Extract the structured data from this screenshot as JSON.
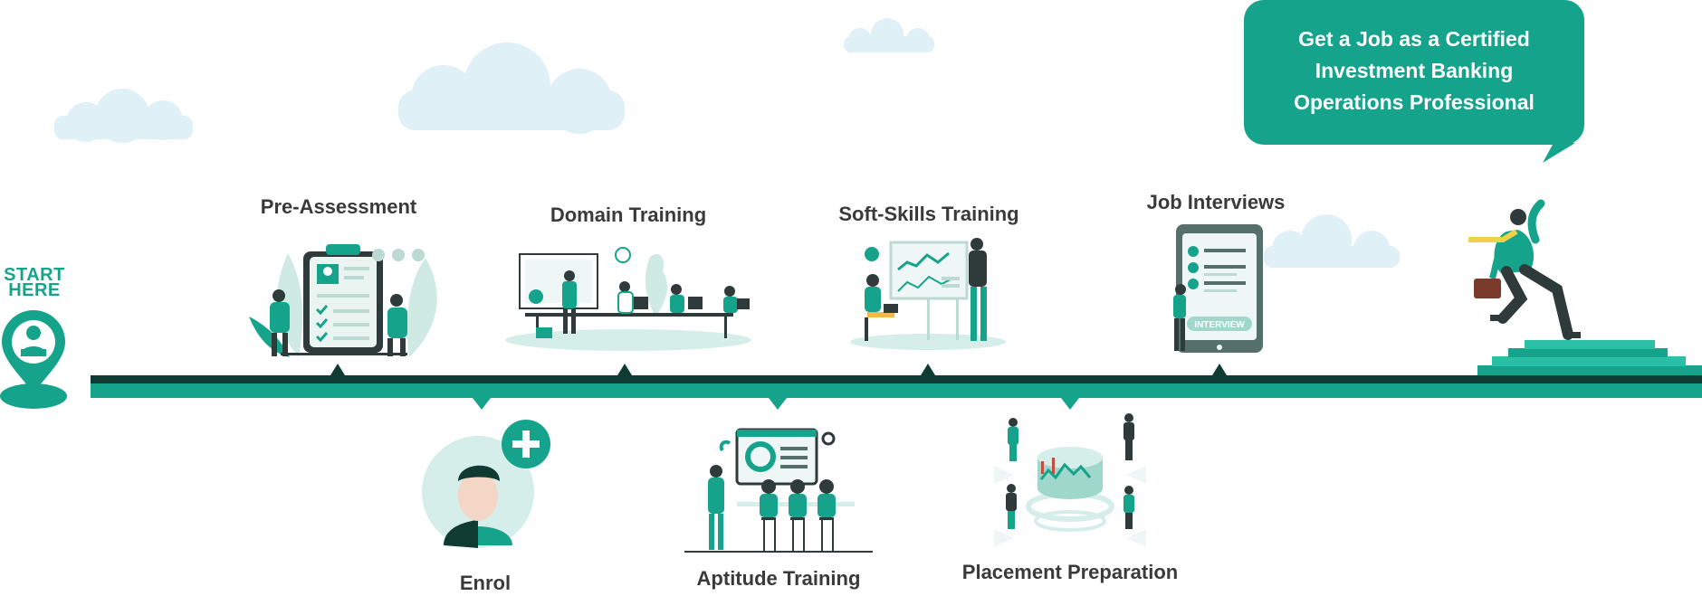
{
  "start_marker": {
    "label": "START\nHERE"
  },
  "goal": {
    "text": "Get a Job as a Certified\nInvestment Banking\nOperations Professional"
  },
  "steps_top": [
    {
      "label": "Pre-Assessment"
    },
    {
      "label": "Domain Training"
    },
    {
      "label": "Soft-Skills Training"
    },
    {
      "label": "Job Interviews"
    }
  ],
  "steps_bottom": [
    {
      "label": "Enrol"
    },
    {
      "label": "Aptitude Training"
    },
    {
      "label": "Placement Preparation"
    }
  ],
  "badges": {
    "interview": "INTERVIEW"
  },
  "colors": {
    "teal": "#16a38c",
    "dark_teal": "#0f3b33",
    "cloud": "#dff0f7",
    "light_teal": "#d6eeea"
  }
}
